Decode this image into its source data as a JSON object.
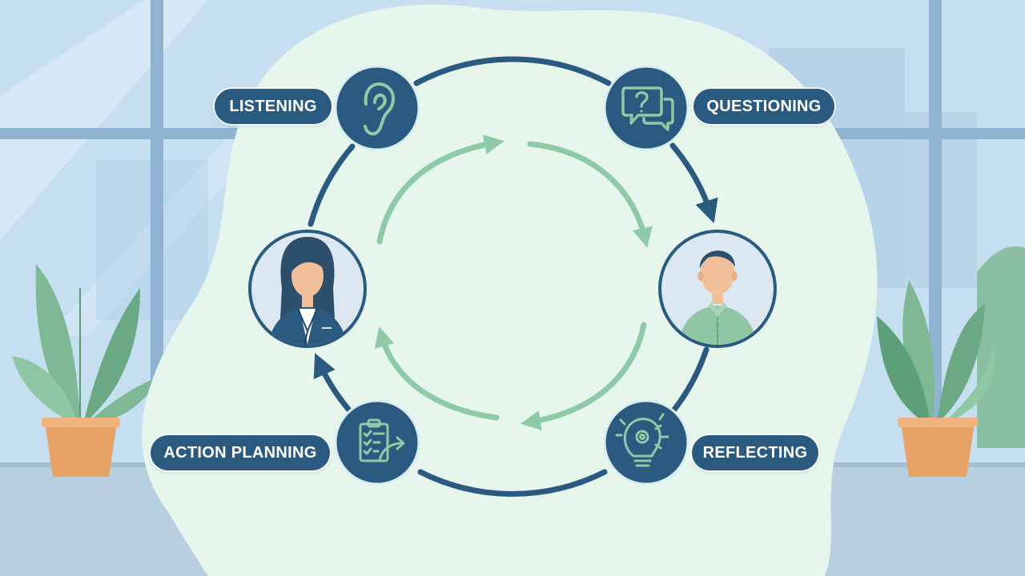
{
  "stages": {
    "listening": {
      "label": "LISTENING",
      "icon": "ear-icon"
    },
    "questioning": {
      "label": "QUESTIONING",
      "icon": "question-speech-bubbles-icon"
    },
    "reflecting": {
      "label": "REFLECTING",
      "icon": "lightbulb-gear-icon"
    },
    "action_planning": {
      "label": "ACTION PLANNING",
      "icon": "clipboard-checklist-arrow-icon"
    }
  },
  "participants": {
    "left": {
      "icon": "woman-avatar-icon"
    },
    "right": {
      "icon": "man-avatar-icon"
    }
  },
  "colors": {
    "navy": "#2b5a80",
    "navy_dark": "#1f4566",
    "mint_arrow": "#8fcaa8",
    "blob": "#e7f6ec",
    "window_sky": "#c5dff0",
    "window_frame": "#8fb3d0",
    "skin": "#f1c09b",
    "hair": "#2d4f6c",
    "woman_jacket": "#2b5a80",
    "man_shirt": "#8fc6a4",
    "pot": "#e7a265",
    "leaf": "#7fb894"
  }
}
